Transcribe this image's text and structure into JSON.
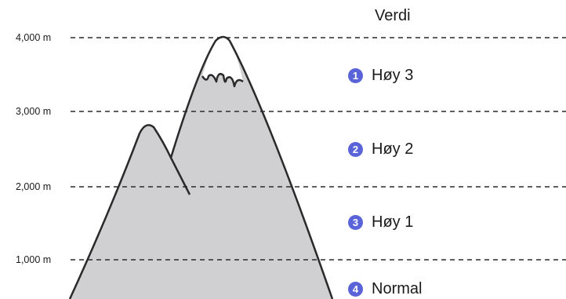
{
  "header": "Verdi",
  "altitudes": [
    {
      "label": "4,000 m"
    },
    {
      "label": "3,000 m"
    },
    {
      "label": "2,000 m"
    },
    {
      "label": "1,000 m"
    }
  ],
  "levels": [
    {
      "number": "1",
      "label": "Høy 3"
    },
    {
      "number": "2",
      "label": "Høy 2"
    },
    {
      "number": "3",
      "label": "Høy 1"
    },
    {
      "number": "4",
      "label": "Normal"
    }
  ],
  "colors": {
    "mountain_fill": "#d0d0d2",
    "outline": "#2a2a2a",
    "badge": "#5a63d8",
    "snow": "#ffffff"
  }
}
